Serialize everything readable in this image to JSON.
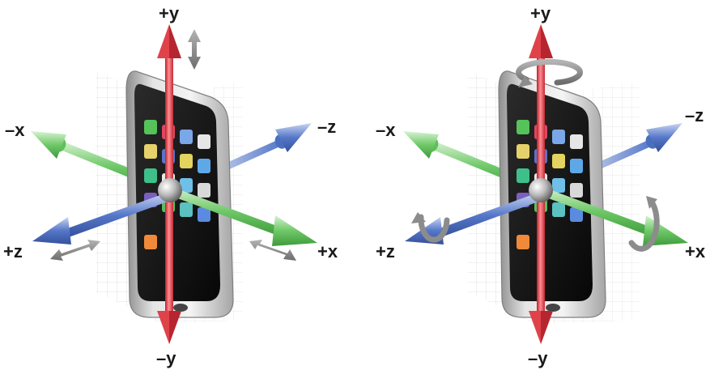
{
  "panels": [
    {
      "id": "translation",
      "labels": {
        "py": "+y",
        "ny": "–y",
        "nx": "–x",
        "px": "+x",
        "nz": "–z",
        "pz": "+z"
      }
    },
    {
      "id": "rotation",
      "labels": {
        "py": "+y",
        "ny": "–y",
        "nx": "–x",
        "px": "+x",
        "nz": "–z",
        "pz": "+z"
      }
    }
  ],
  "colors": {
    "x_axis": "#5fbf5a",
    "y_axis": "#e0424a",
    "z_axis": "#4b6fbf",
    "phone_body": "#c9c9c9",
    "phone_screen": "#141414",
    "motion_arrow": "#8c8c8c",
    "grid": "#d8d8d8"
  },
  "app_icon_colors": [
    "#56c25a",
    "#e04660",
    "#7aa7e8",
    "#e6e6e6",
    "#e6d26a",
    "#5b73c9",
    "#e3d35f",
    "#5fa8e8",
    "#3fbf8a",
    "#e8e8e8",
    "#6fc0e8",
    "#d8d8d8",
    "#7a5fc0",
    "#58c05a",
    "#5bc0c0",
    "#5b8be0",
    "#f08a3a"
  ],
  "icons": [
    "phone-icon",
    "rotation-arrow-icon",
    "double-arrow-icon"
  ]
}
